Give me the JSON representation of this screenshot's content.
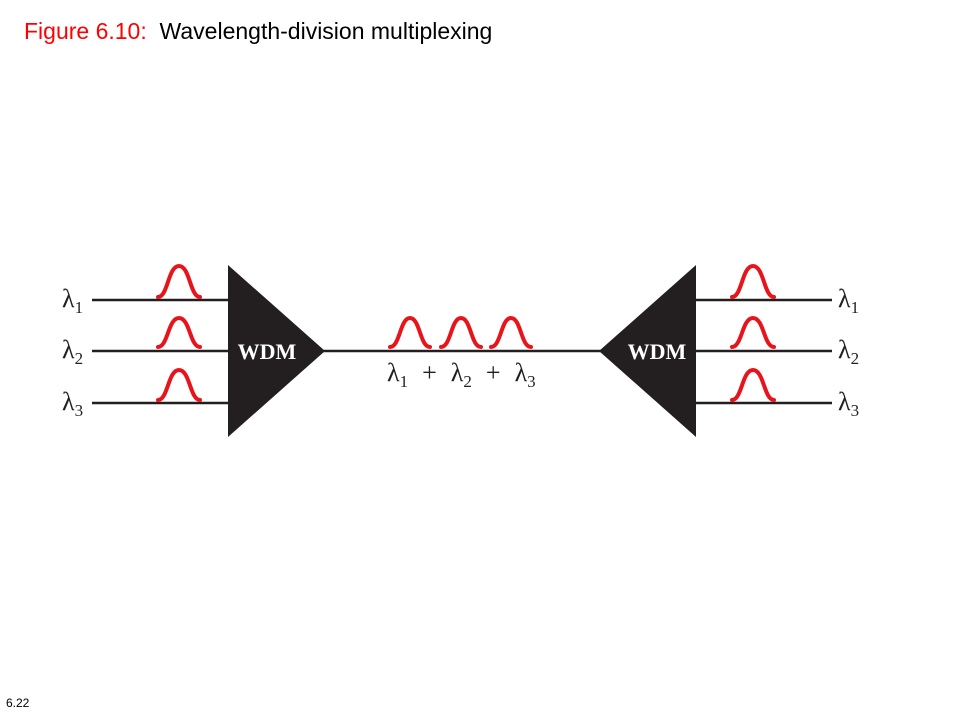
{
  "title": {
    "figure_number": "Figure 6.10:",
    "caption": "Wavelength-division multiplexing"
  },
  "page_number": "6.22",
  "mux": {
    "label": "WDM"
  },
  "demux": {
    "label": "WDM"
  },
  "inputs": [
    {
      "symbol": "λ",
      "subscript": "1"
    },
    {
      "symbol": "λ",
      "subscript": "2"
    },
    {
      "symbol": "λ",
      "subscript": "3"
    }
  ],
  "outputs": [
    {
      "symbol": "λ",
      "subscript": "1"
    },
    {
      "symbol": "λ",
      "subscript": "2"
    },
    {
      "symbol": "λ",
      "subscript": "3"
    }
  ],
  "combined_label": {
    "terms": [
      {
        "symbol": "λ",
        "subscript": "1"
      },
      {
        "symbol": "λ",
        "subscript": "2"
      },
      {
        "symbol": "λ",
        "subscript": "3"
      }
    ],
    "operator": "+"
  },
  "colors": {
    "pulse": "#e8141c",
    "device": "#231f20",
    "line": "#231f20",
    "device_text": "#ffffff",
    "figure_number": "#ff0000"
  }
}
